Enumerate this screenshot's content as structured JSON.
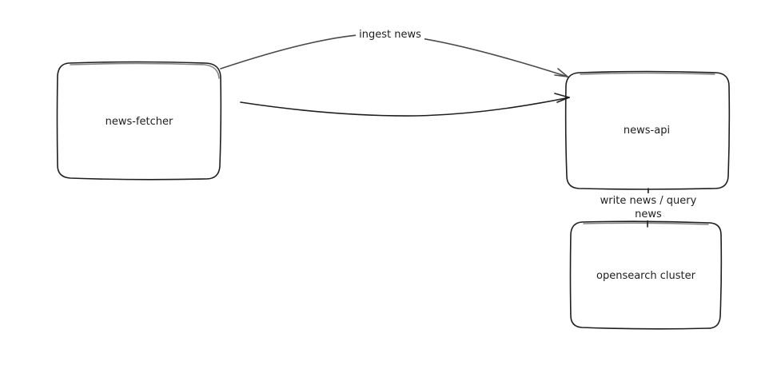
{
  "diagram": {
    "nodes": [
      {
        "id": "news-fetcher",
        "label": "news-fetcher"
      },
      {
        "id": "news-api",
        "label": "news-api"
      },
      {
        "id": "opensearch",
        "label": "opensearch cluster"
      }
    ],
    "edges": [
      {
        "id": "fetcher-to-api-top",
        "from": "news-fetcher",
        "to": "news-api",
        "label": "ingest news"
      },
      {
        "id": "fetcher-to-api-main",
        "from": "news-fetcher",
        "to": "news-api",
        "label": ""
      },
      {
        "id": "api-to-opensearch",
        "from": "news-api",
        "to": "opensearch",
        "label_lines": [
          "write news / query",
          "news"
        ]
      }
    ],
    "colors": {
      "stroke": "#1e1e1e",
      "background": "#ffffff"
    }
  }
}
